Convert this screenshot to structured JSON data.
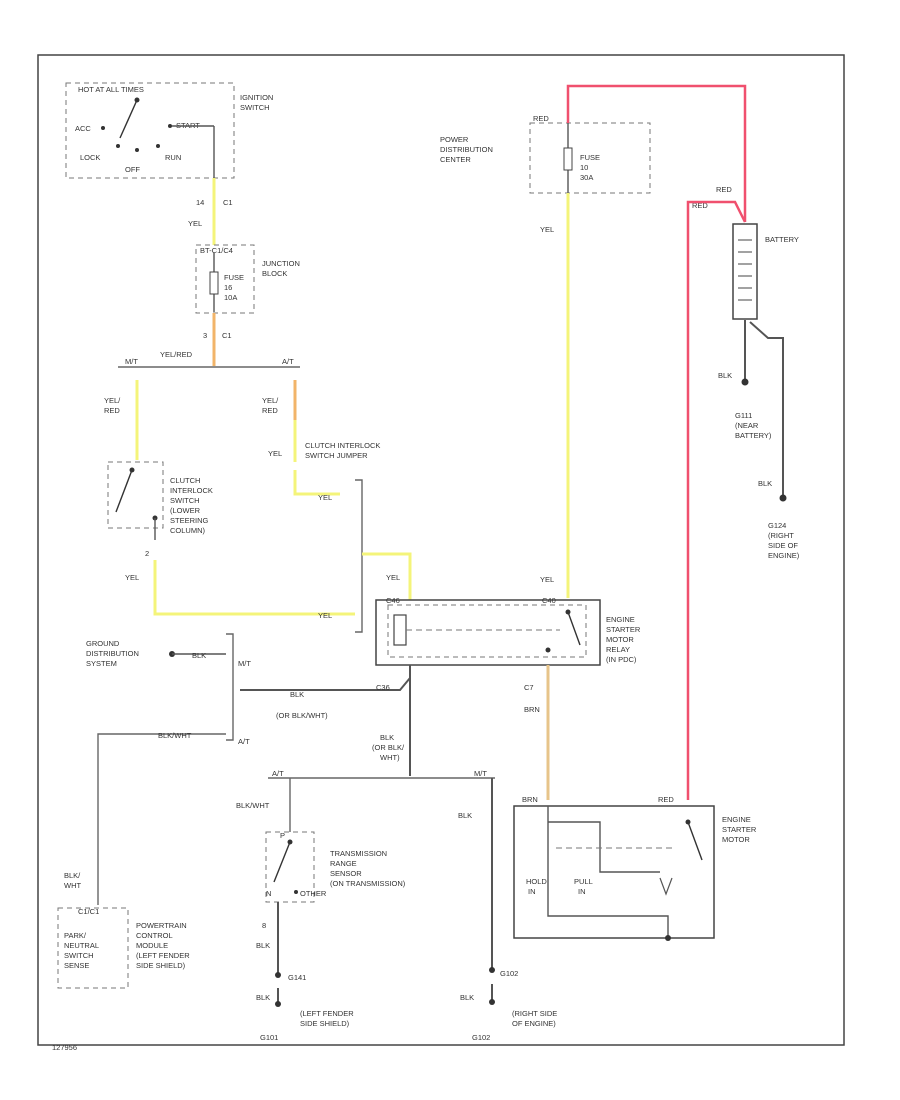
{
  "ignition_switch": {
    "label_1": "IGNITION",
    "label_2": "SWITCH",
    "hot_note": "HOT AT ALL TIMES",
    "positions": {
      "acc": "ACC",
      "start": "START",
      "lock": "LOCK",
      "run": "RUN",
      "off": "OFF"
    },
    "pin": "14",
    "connector": "C1",
    "wire_color": "YEL"
  },
  "junction_block": {
    "label_1": "JUNCTION",
    "label_2": "BLOCK",
    "top_label": "BT-C1/C4",
    "fuse_label": "FUSE",
    "fuse_number": "16",
    "fuse_rating": "10A",
    "out_pin": "3",
    "out_connector": "C1",
    "out_wire": "YEL/RED",
    "left_branch": "M/T",
    "right_branch": "A/T"
  },
  "clutch_interlock_switch": {
    "wire_in_1": "YEL/",
    "wire_in_2": "RED",
    "lines": [
      "CLUTCH",
      "INTERLOCK",
      "SWITCH",
      "(LOWER",
      "STEERING",
      "COLUMN)"
    ],
    "out_pin": "2",
    "out_wire": "YEL"
  },
  "clutch_jumper": {
    "wire_in_1": "YEL/",
    "wire_in_2": "RED",
    "label_1": "CLUTCH INTERLOCK",
    "label_2": "SWITCH JUMPER",
    "wire_out": "YEL",
    "wire_out_2": "YEL"
  },
  "power_distribution_center": {
    "lines": [
      "POWER",
      "DISTRIBUTION",
      "CENTER"
    ],
    "wire_in": "RED",
    "fuse_label": "FUSE",
    "fuse_number": "10",
    "fuse_rating": "30A",
    "out_wire": "YEL"
  },
  "battery": {
    "label": "BATTERY",
    "wire_1": "RED",
    "wire_2": "RED",
    "ground_wire": "BLK",
    "ground_1": [
      "G111",
      "(NEAR",
      "BATTERY)"
    ],
    "ground_2_wire": "BLK",
    "ground_2": [
      "G124",
      "(RIGHT",
      "SIDE OF",
      "ENGINE)"
    ]
  },
  "starter_relay": {
    "lines": [
      "ENGINE",
      "STARTER",
      "MOTOR",
      "RELAY",
      "(IN PDC)"
    ],
    "wire_in_left": "YEL",
    "wire_in_right": "YEL",
    "pin_left": "C46",
    "pin_right": "C40",
    "pin_ground": "C36",
    "pin_out": "C7",
    "out_wire": "BRN"
  },
  "ground_distribution": {
    "lines": [
      "GROUND",
      "DISTRIBUTION",
      "SYSTEM"
    ],
    "wire": "BLK",
    "mt": "M/T",
    "at": "A/T",
    "wire_mt_1": "BLK",
    "wire_mt_2": "(OR BLK/WHT)",
    "wire_at": "BLK/WHT"
  },
  "relay_ground": {
    "wire_1": "BLK",
    "wire_2": "(OR BLK/",
    "wire_3": "WHT)",
    "at": "A/T",
    "mt": "M/T"
  },
  "trans_range_sensor": {
    "wire_in": "BLK/WHT",
    "lines": [
      "TRANSMISSION",
      "RANGE",
      "SENSOR",
      "(ON TRANSMISSION)"
    ],
    "park": "P",
    "neutral": "N",
    "other": "OTHER",
    "pin": "8",
    "wire_out_1": "BLK",
    "ground": "G141",
    "wire_out_2": "BLK",
    "ground_loc": [
      "(LEFT FENDER",
      "SIDE SHIELD)"
    ]
  },
  "right_ground": {
    "wire_1": "BLK",
    "ground": "G102",
    "wire_2": "BLK",
    "ground_loc": [
      "(RIGHT SIDE",
      "OF ENGINE)"
    ]
  },
  "pcm": {
    "wire_1": "BLK/",
    "wire_2": "WHT",
    "pin": "C1/C1",
    "inner_lines": [
      "PARK/",
      "NEUTRAL",
      "SWITCH",
      "SENSE"
    ],
    "lines": [
      "POWERTRAIN",
      "CONTROL",
      "MODULE",
      "(LEFT FENDER",
      "SIDE SHIELD)"
    ]
  },
  "starter_motor": {
    "lines": [
      "ENGINE",
      "STARTER",
      "MOTOR"
    ],
    "wire_brn": "BRN",
    "wire_red": "RED",
    "hold": "HOLD",
    "pull": "PULL",
    "in": "IN"
  },
  "footer": {
    "code": "127956",
    "g1": "G101",
    "g2": "G102"
  },
  "colors": {
    "yellow_wire": "#f4f47a",
    "red_wire": "#f0506e",
    "orange_wire": "#f2b469",
    "brown_wire": "#e7c48a"
  }
}
